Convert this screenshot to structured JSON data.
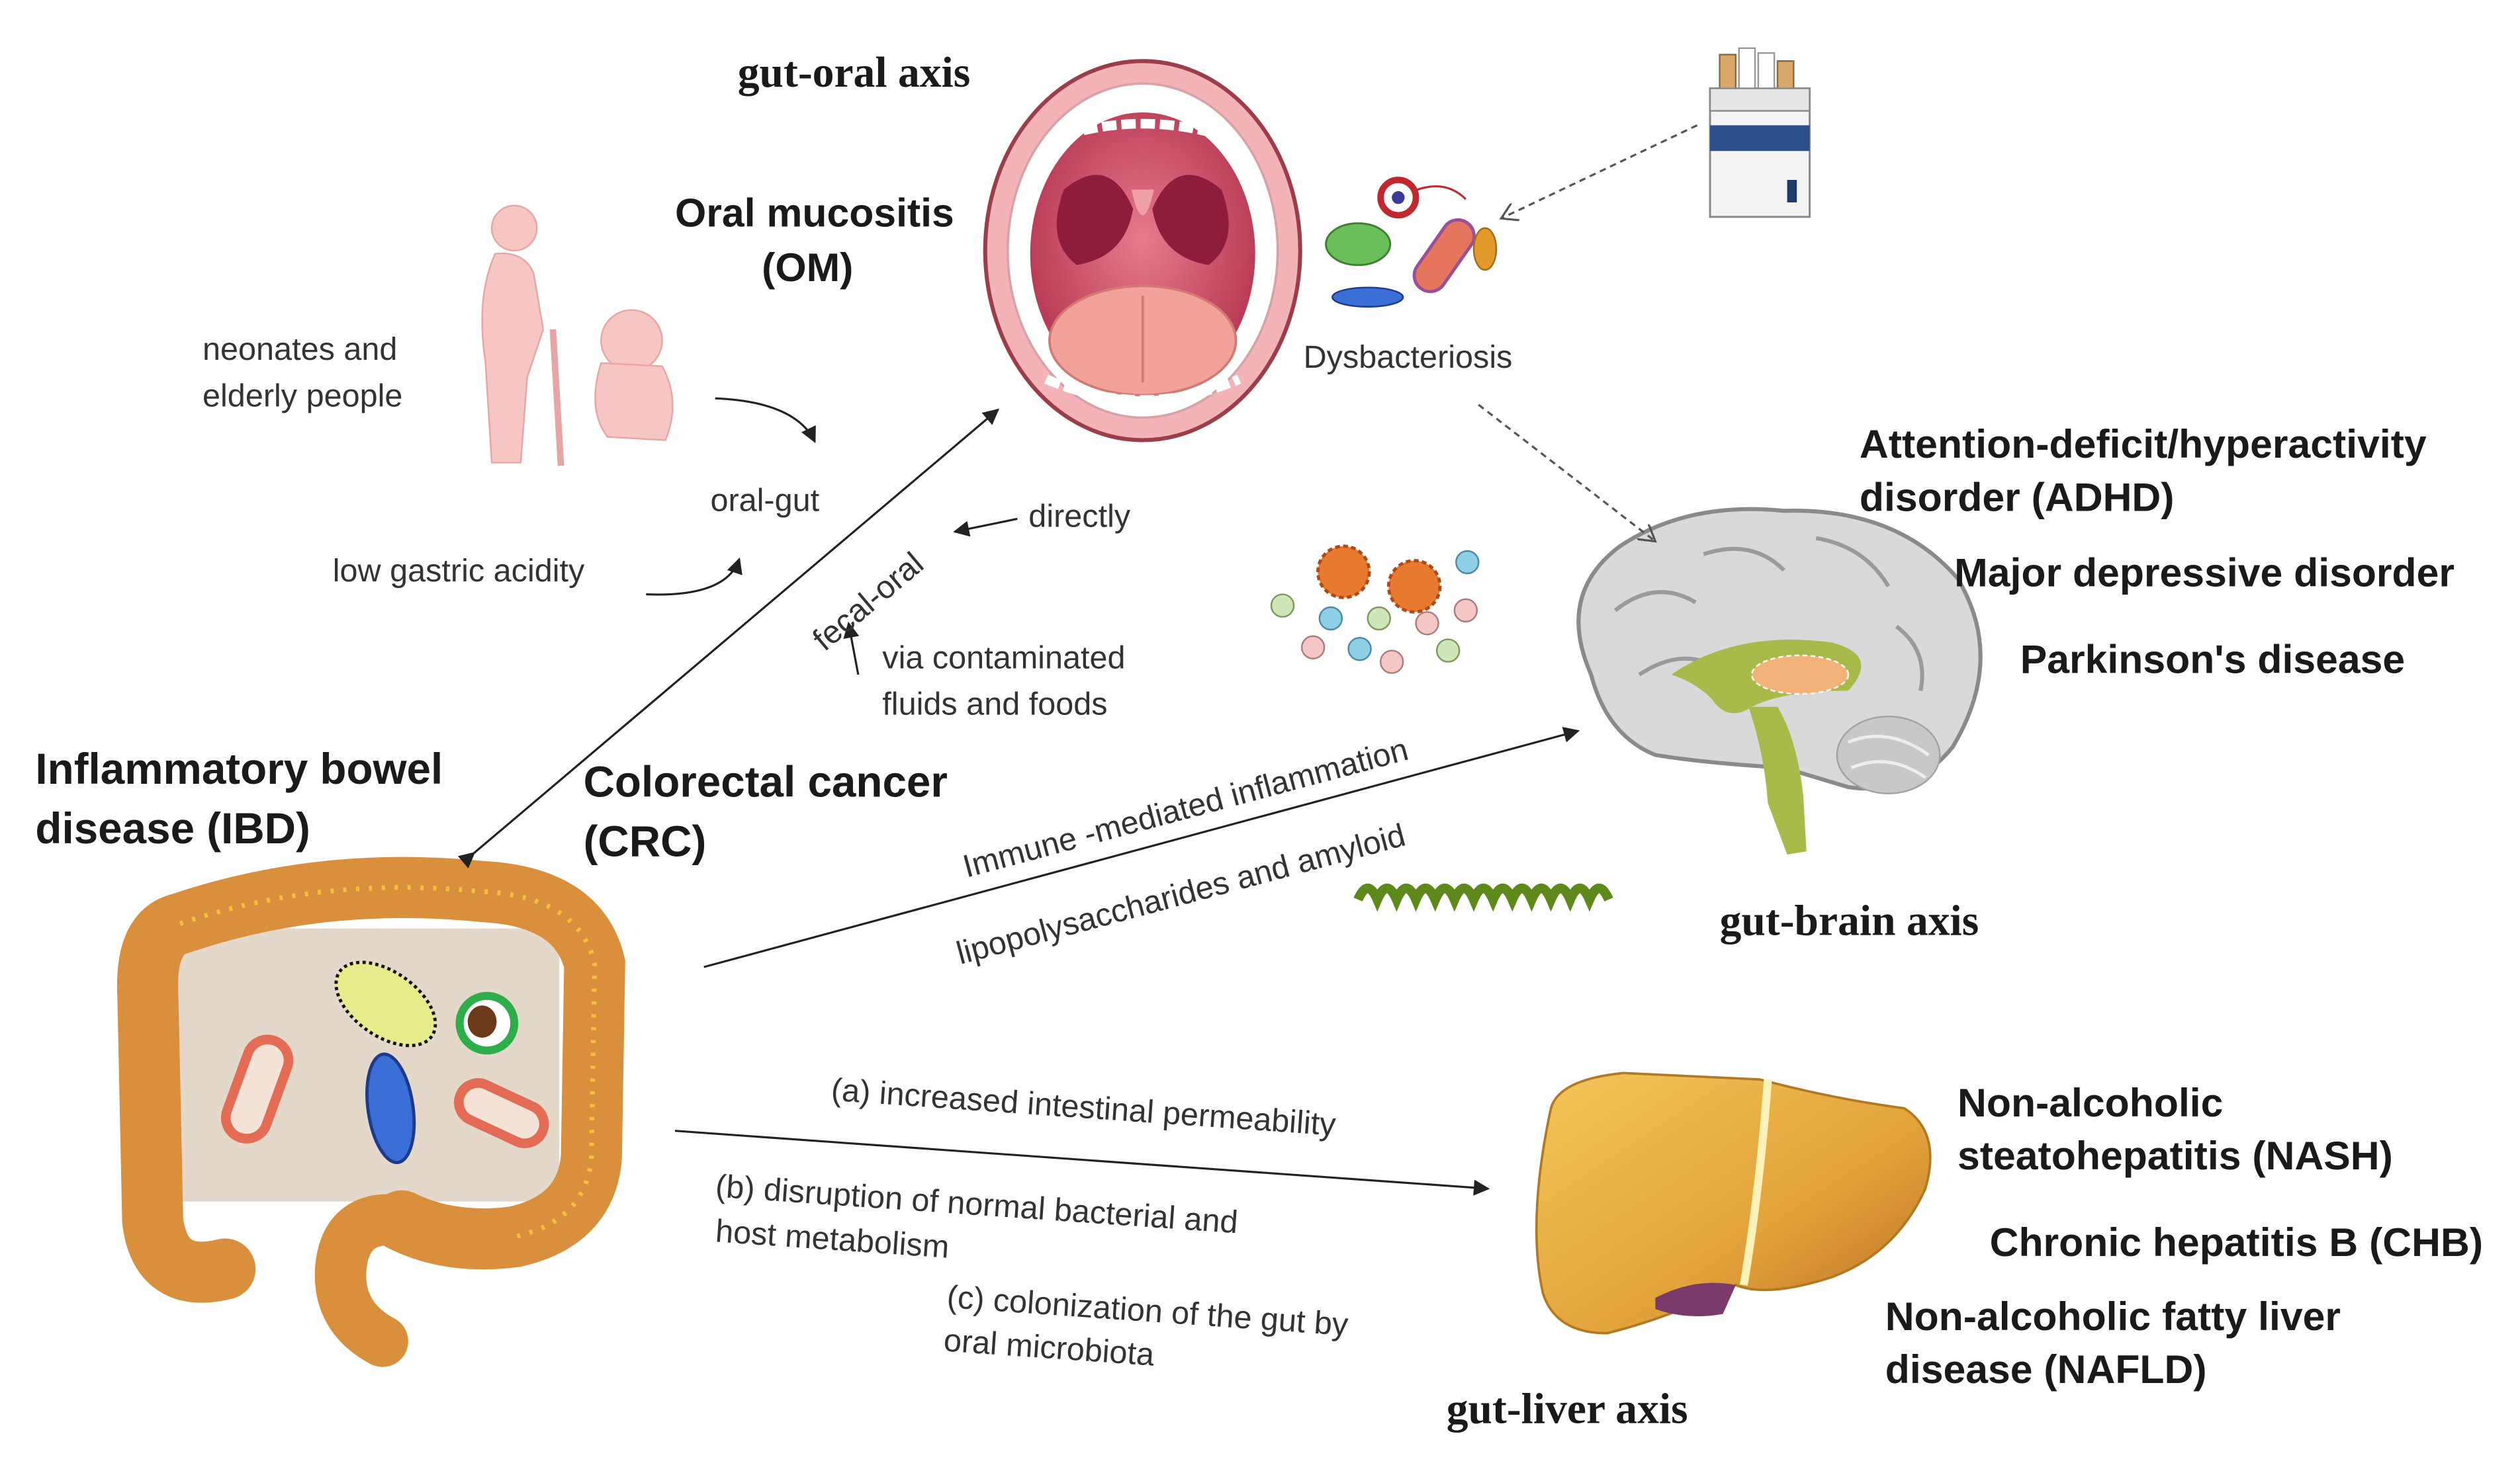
{
  "axes": {
    "gut_oral": "gut-oral axis",
    "gut_brain": "gut-brain axis",
    "gut_liver": "gut-liver axis"
  },
  "oral": {
    "disease_line1": "Oral mucositis",
    "disease_line2": "(OM)",
    "dysbacteriosis": "Dysbacteriosis"
  },
  "risk": {
    "population_line1": "neonates and",
    "population_line2": "elderly people",
    "route": "oral-gut",
    "gastric": "low gastric acidity",
    "fecal_oral": "fecal-oral",
    "directly": "directly",
    "contaminated_line1": "via contaminated",
    "contaminated_line2": "fluids and foods"
  },
  "gut": {
    "ibd_line1": "Inflammatory bowel",
    "ibd_line2": "disease (IBD)",
    "crc_line1": "Colorectal cancer",
    "crc_line2": "(CRC)"
  },
  "brain": {
    "diseases": [
      "Attention-deficit/hyperactivity",
      "disorder (ADHD)",
      "Major depressive disorder",
      "Parkinson's disease"
    ],
    "mechanism_immune": "Immune -mediated inflammation",
    "mechanism_lps": "lipopolysaccharides and amyloid"
  },
  "liver": {
    "diseases": [
      "Non-alcoholic",
      "steatohepatitis (NASH)",
      "Chronic hepatitis B (CHB)",
      "Non-alcoholic fatty liver",
      "disease (NAFLD)"
    ],
    "mechanism_a": "(a) increased intestinal permeability",
    "mechanism_b_line1": "(b) disruption of normal bacterial and",
    "mechanism_b_line2": "host metabolism",
    "mechanism_c_line1": "(c) colonization of the gut by",
    "mechanism_c_line2": "oral microbiota"
  },
  "colors": {
    "colon": "#d98f3c",
    "liver": "#e0a02a",
    "brain": "#c9c9c9",
    "mouth_inner": "#c23a57",
    "figure_pink": "#f6c6c3"
  }
}
